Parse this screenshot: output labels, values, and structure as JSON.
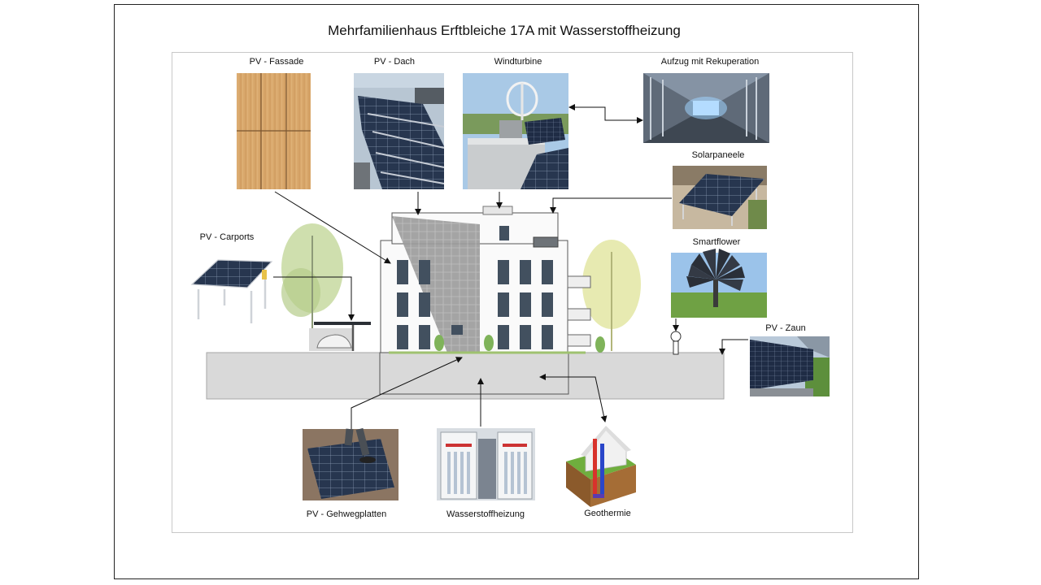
{
  "title": "Mehrfamilienhaus Erftbleiche 17A mit Wasserstoffheizung",
  "labels": {
    "fassade": "PV - Fassade",
    "dach": "PV - Dach",
    "windturbine": "Windturbine",
    "aufzug": "Aufzug mit Rekuperation",
    "solarpaneele": "Solarpaneele",
    "carports": "PV - Carports",
    "smartflower": "Smartflower",
    "zaun": "PV - Zaun",
    "gehwegplatten": "PV - Gehwegplatten",
    "wasserstoff": "Wasserstoffheizung",
    "geothermie": "Geothermie"
  },
  "colors": {
    "pv_panel": "#27364f",
    "wood": "#d9a86c",
    "sky": "#a9c9e6",
    "grass": "#6fa144",
    "ground": "#d9d9d9",
    "tree_green": "#c7d9a0",
    "tree_yellow": "#e4e8a8",
    "heat_red": "#d8322b",
    "heat_blue": "#2a46c9"
  }
}
